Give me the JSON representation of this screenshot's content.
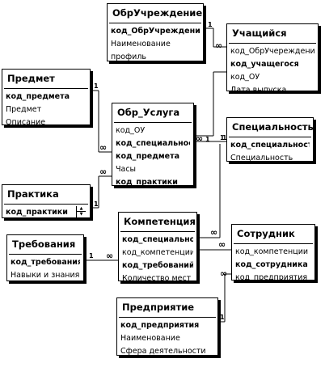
{
  "entities": {
    "obr_uchrezhdenie": {
      "title": "ОбрУчреждение",
      "fields": [
        {
          "label": "код_ОбрУчреждения",
          "key": true
        },
        {
          "label": "Наименование",
          "key": false
        },
        {
          "label": "профиль",
          "key": false
        }
      ]
    },
    "uchashchiysya": {
      "title": "Учащийся",
      "fields": [
        {
          "label": "код_ОбрУчереждения",
          "key": false
        },
        {
          "label": "код_учащегося",
          "key": true
        },
        {
          "label": "код_ОУ",
          "key": false
        },
        {
          "label": "Дата выпуска",
          "key": false
        }
      ]
    },
    "predmet": {
      "title": "Предмет",
      "fields": [
        {
          "label": "код_предмета",
          "key": true
        },
        {
          "label": "Предмет",
          "key": false
        },
        {
          "label": "Описание",
          "key": false
        }
      ]
    },
    "obr_usluga": {
      "title": "Обр_Услуга",
      "fields": [
        {
          "label": "код_ОУ",
          "key": false
        },
        {
          "label": "код_специальности",
          "key": true
        },
        {
          "label": "код_предмета",
          "key": true
        },
        {
          "label": "Часы",
          "key": false
        },
        {
          "label": "код_практики",
          "key": true
        }
      ]
    },
    "specialnost": {
      "title": "Специальность",
      "fields": [
        {
          "label": "код_специальности",
          "key": true
        },
        {
          "label": "Специальность",
          "key": false
        }
      ]
    },
    "praktika": {
      "title": "Практика",
      "fields": [
        {
          "label": "код_практики",
          "key": true
        }
      ]
    },
    "kompetenciya": {
      "title": "Компетенция",
      "fields": [
        {
          "label": "код_специальности",
          "key": true
        },
        {
          "label": "код_компетенции",
          "key": false
        },
        {
          "label": "код_требований",
          "key": true
        },
        {
          "label": "Количество мест",
          "key": false
        }
      ]
    },
    "trebovaniya": {
      "title": "Требования",
      "fields": [
        {
          "label": "код_требования",
          "key": true
        },
        {
          "label": "Навыки и знания",
          "key": false
        }
      ]
    },
    "sotrudnik": {
      "title": "Сотрудник",
      "fields": [
        {
          "label": "код_компетенции",
          "key": false
        },
        {
          "label": "код_сотрудника",
          "key": true
        },
        {
          "label": "код_предприятия",
          "key": false
        }
      ]
    },
    "predpriyatie": {
      "title": "Предприятие",
      "fields": [
        {
          "label": "код_предприятия",
          "key": true
        },
        {
          "label": "Наименование",
          "key": false
        },
        {
          "label": "Сфера деятельности",
          "key": false
        }
      ]
    }
  },
  "relationship_marks": {
    "one": "1",
    "many": "∞"
  }
}
